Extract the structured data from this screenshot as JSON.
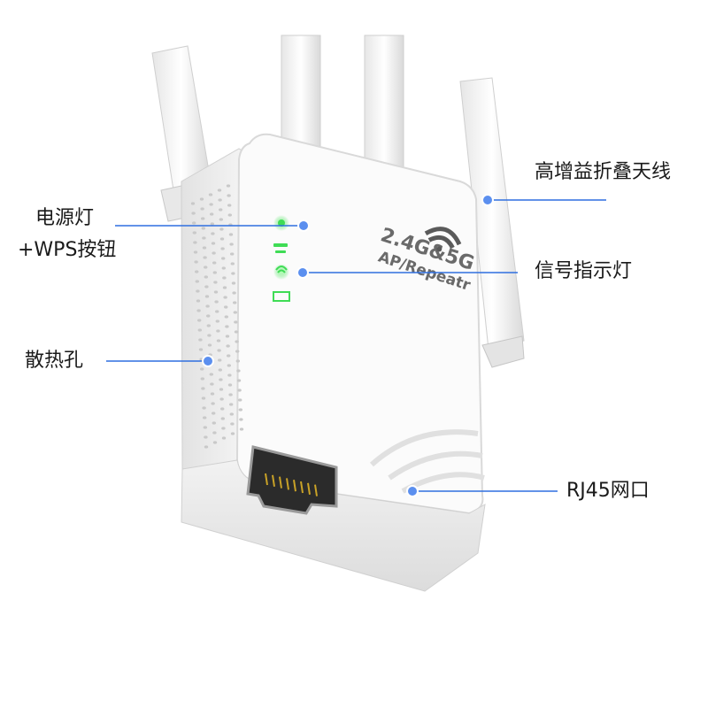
{
  "callouts": {
    "antenna": "高增益折叠天线",
    "power_line1": "电源灯",
    "power_line2": "+WPS按钮",
    "signal": "信号指示灯",
    "vent": "散热孔",
    "port": "RJ45网口"
  },
  "device": {
    "band_text": "2.4G&5G",
    "mode_text": "AP/Repeatr"
  },
  "colors": {
    "callout_line": "#2f6fe0",
    "callout_dot": "#2f6fe0",
    "led_green": "#3fdc55",
    "body": "#f4f4f4"
  }
}
